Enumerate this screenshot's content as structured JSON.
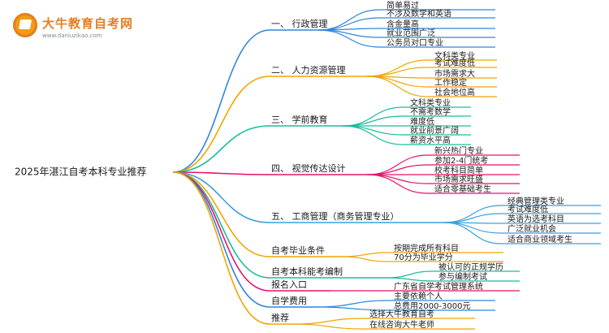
{
  "logo": {
    "name": "大牛教育自考网",
    "url": "www.daniuzikao.com"
  },
  "root": "2025年湛江自考本科专业推荐",
  "branches": [
    {
      "label": "一、 行政管理",
      "color": "#2e86de",
      "leaves": [
        "简单易过",
        "不涉及数学和英语",
        "含金量高",
        "就业范围广泛",
        "公务员对口专业"
      ]
    },
    {
      "label": "二、 人力资源管理",
      "color": "#f0a500",
      "leaves": [
        "文科类专业",
        "考试难度低",
        "市场需求大",
        "工作稳定",
        "社会地位高"
      ]
    },
    {
      "label": "三、 学前教育",
      "color": "#1abc9c",
      "leaves": [
        "文科类专业",
        "不需考数学",
        "难度低",
        "就业前景广阔",
        "薪资水平高"
      ]
    },
    {
      "label": "四、 视觉传达设计",
      "color": "#e8116b",
      "leaves": [
        "新兴热门专业",
        "参加2-4门统考",
        "校考科目简单",
        "市场需求旺盛",
        "适合零基础考生"
      ]
    },
    {
      "label": "五、 工商管理（商务管理专业）",
      "color": "#3aa0e0",
      "leaves": [
        "经典管理类专业",
        "考试难度低",
        "英语为选考科目",
        "广泛就业机会",
        "适合商业领域考生"
      ]
    },
    {
      "label": "自考毕业条件",
      "color": "#f0a500",
      "leaves": [
        "按期完成所有科目",
        "70分为毕业学分"
      ]
    },
    {
      "label": "自考本科能考编制",
      "color": "#1abc9c",
      "leaves": [
        "被认可的正规学历",
        "参与编制考试"
      ]
    },
    {
      "label": "报名入口",
      "color": "#e8116b",
      "leaves": [
        "广东省自学考试管理系统"
      ]
    },
    {
      "label": "自学费用",
      "color": "#2e86de",
      "leaves": [
        "主要依赖个人",
        "总费用2000-3000元"
      ]
    },
    {
      "label": "推荐",
      "color": "#f0a500",
      "leaves": [
        "选择大牛教育自考",
        "在线咨询大牛老师"
      ]
    }
  ]
}
